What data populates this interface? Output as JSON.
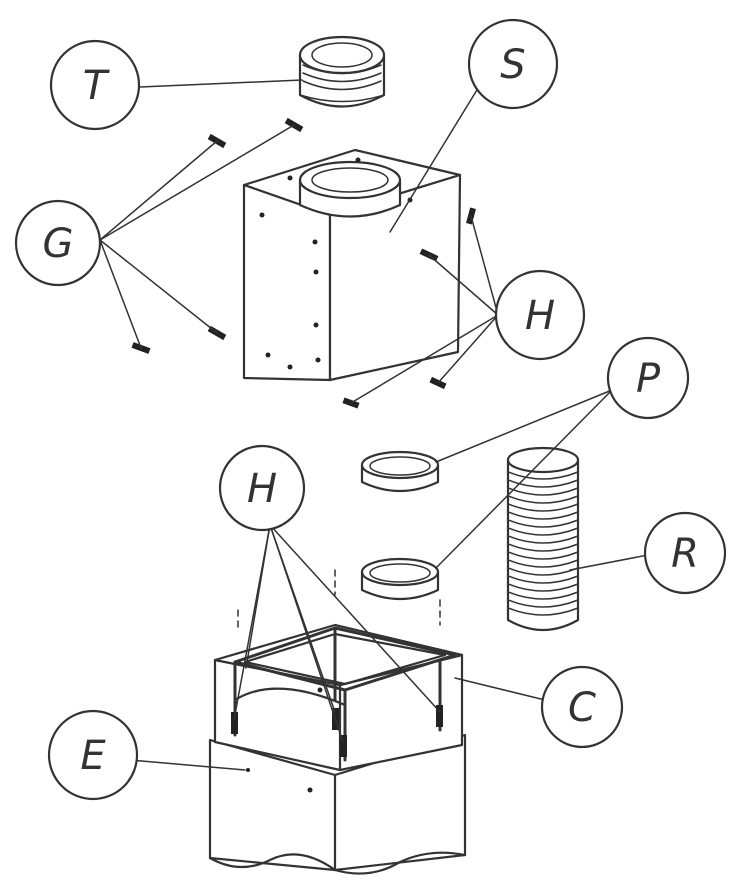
{
  "colors": {
    "ink": "#333333",
    "paper": "#ffffff"
  },
  "labels": {
    "T": "T",
    "S": "S",
    "G": "G",
    "H_upper": "H",
    "P": "P",
    "H_lower": "H",
    "R": "R",
    "C": "C",
    "E": "E"
  }
}
